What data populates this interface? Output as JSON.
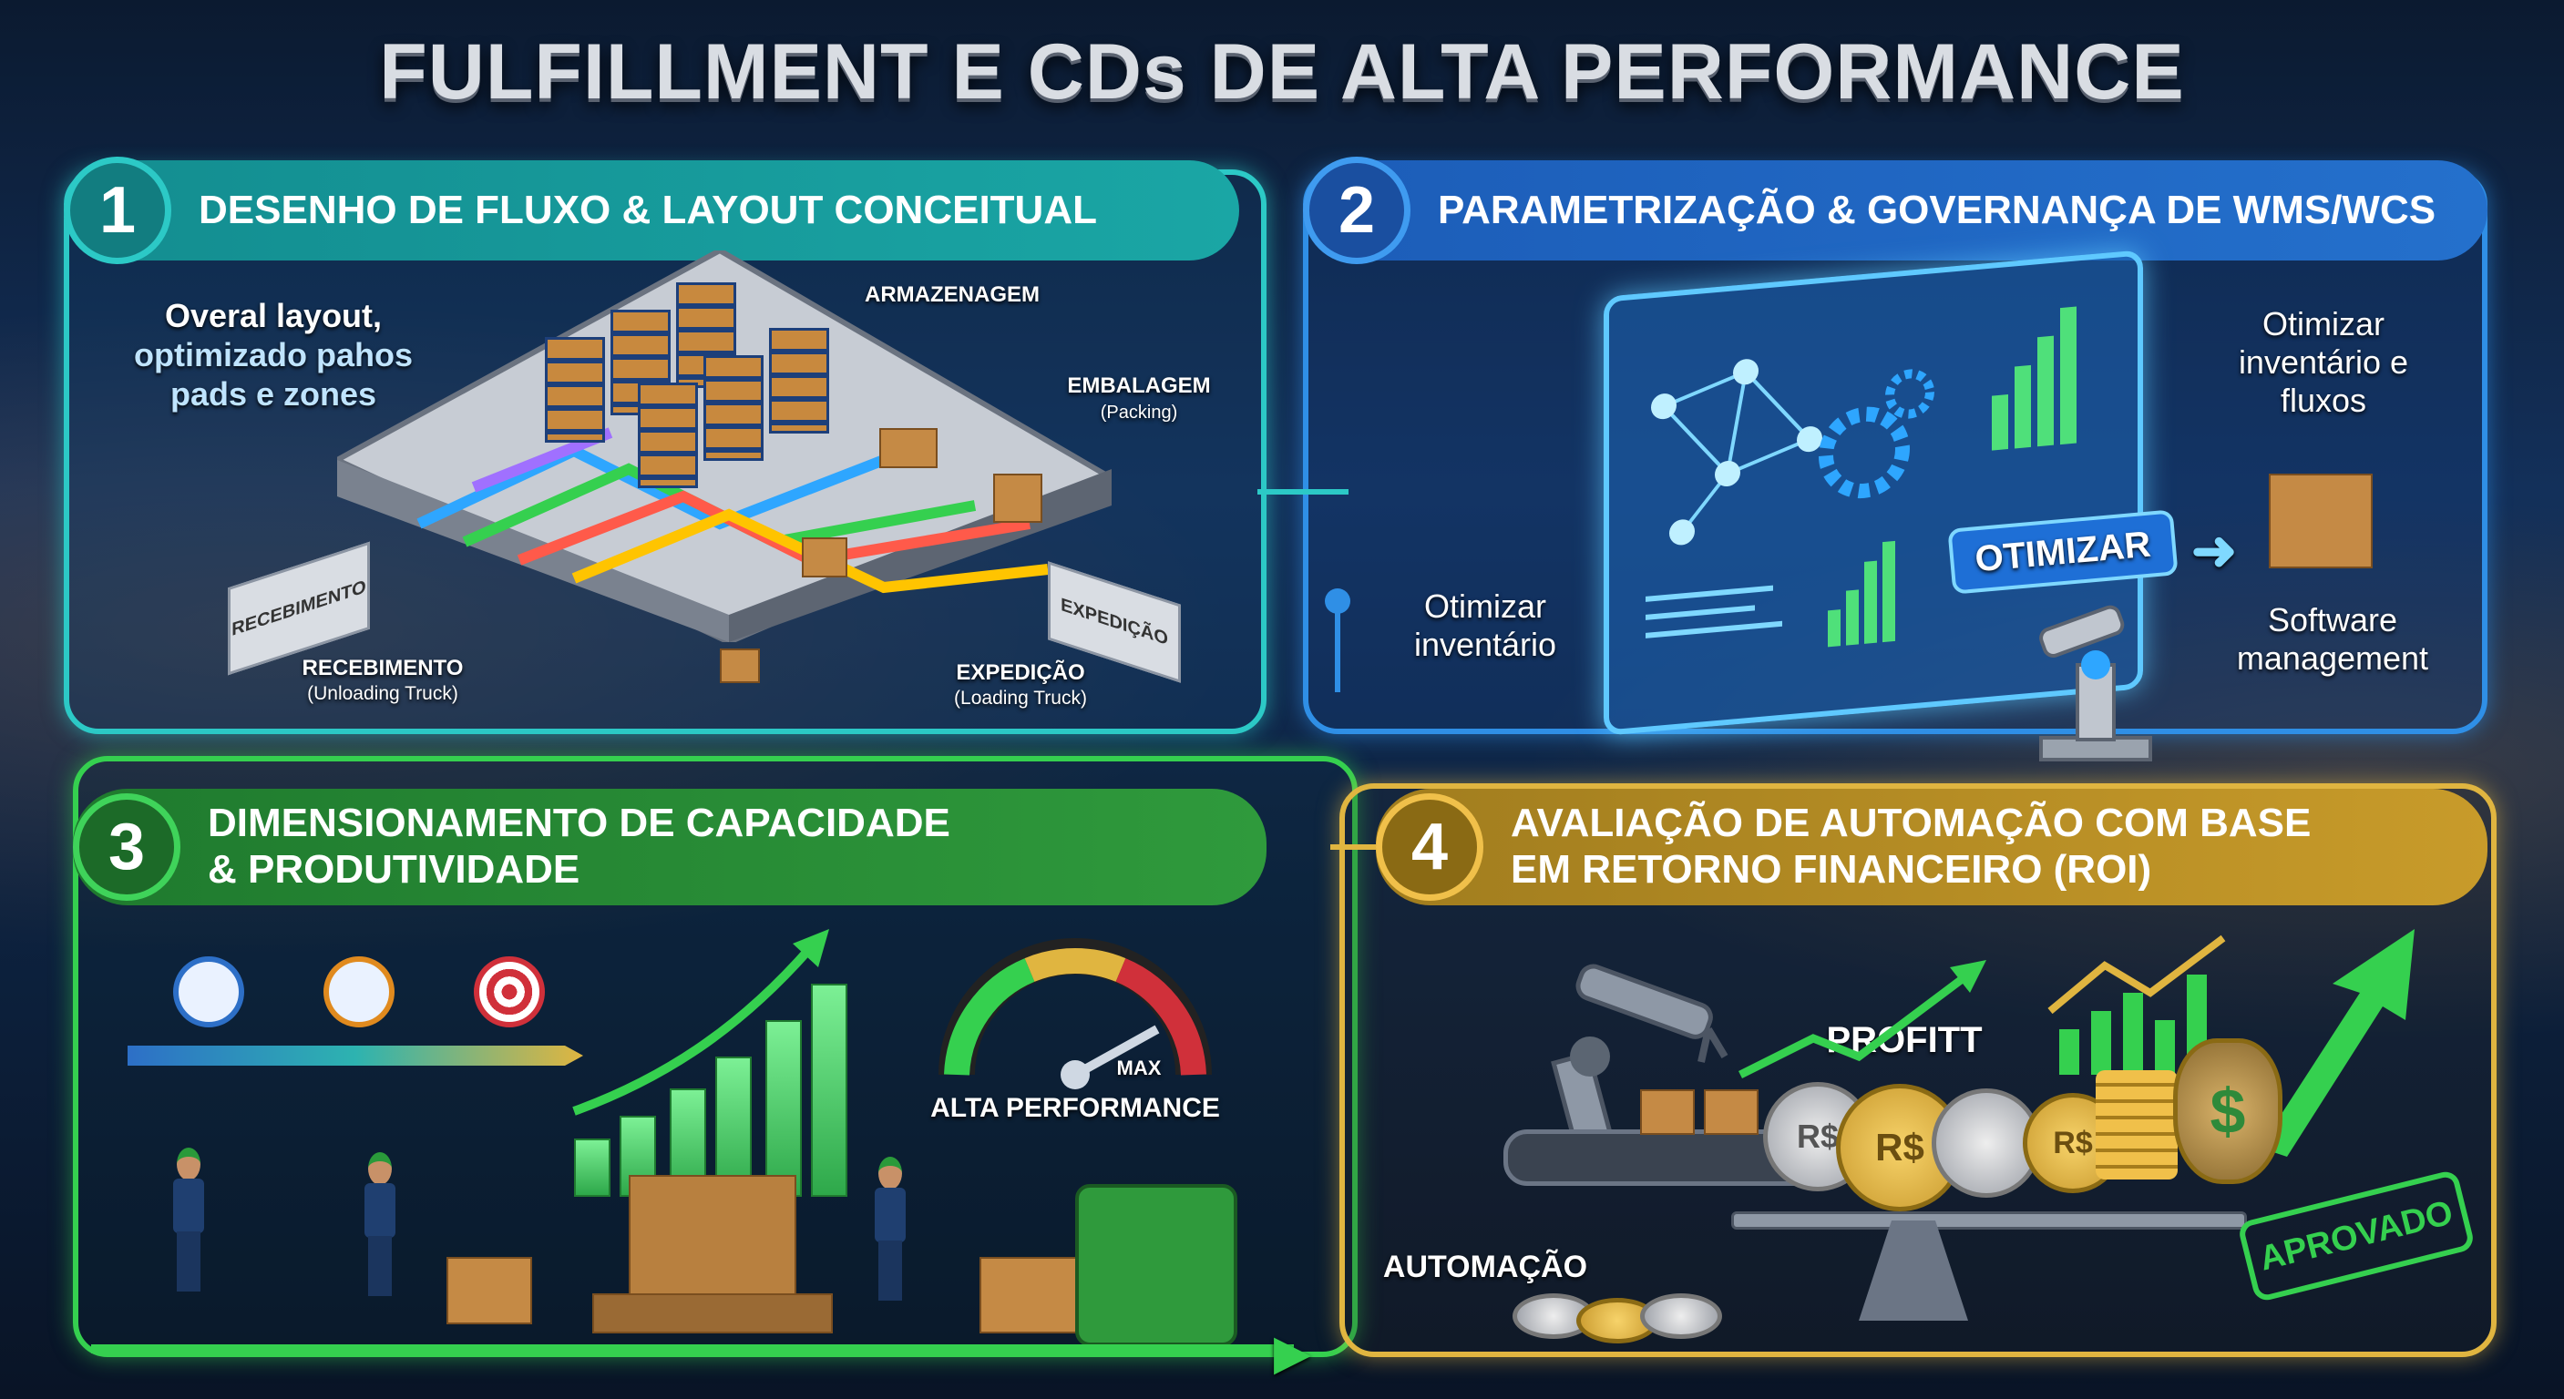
{
  "title": "FULFILLMENT E CDs DE ALTA PERFORMANCE",
  "sections": [
    {
      "number": "1",
      "heading": "DESENHO DE FLUXO & LAYOUT CONCEITUAL"
    },
    {
      "number": "2",
      "heading": "PARAMETRIZAÇÃO & GOVERNANÇA DE WMS/WCS"
    },
    {
      "number": "3",
      "heading_line1": "DIMENSIONAMENTO DE CAPACIDADE",
      "heading_line2": "& PRODUTIVIDADE"
    },
    {
      "number": "4",
      "heading_line1": "AVALIAÇÃO DE AUTOMAÇÃO COM BASE",
      "heading_line2": "EM RETORNO FINANCEIRO (ROI)"
    }
  ],
  "layout_panel": {
    "callout_line1": "Overal layout,",
    "callout_line2": "optimizado pahos",
    "callout_line3": "pads e zones",
    "armazenagem": "ARMAZENAGEM",
    "embalagem": "EMBALAGEM",
    "embalagem_sub": "(Packing)",
    "recebimento": "RECEBIMENTO",
    "recebimento_sub": "(Unloading Truck)",
    "truck_in": "RECEBIMENTO",
    "expedicao": "EXPEDIÇÃO",
    "expedicao_sub": "(Loading Truck)",
    "truck_out": "EXPEDIÇÃO"
  },
  "wms_panel": {
    "left_line1": "Otimizar",
    "left_line2": "inventário",
    "right_line1": "Otimizar",
    "right_line2": "inventário e",
    "right_line3": "fluxos",
    "button": "OTIMIZAR",
    "bottom_line1": "Software",
    "bottom_line2": "management"
  },
  "capacity_panel": {
    "gauge_max": "MAX",
    "gauge_label": "ALTA PERFORMANCE"
  },
  "roi_panel": {
    "profit": "PROFITT",
    "automacao": "AUTOMAÇÃO",
    "coin_label": "R$",
    "bag_symbol": "$",
    "stamp": "APROVADO"
  },
  "colors": {
    "teal": "#2cc9c6",
    "blue": "#2f8fe6",
    "green": "#35d04f",
    "gold": "#e0b540"
  }
}
